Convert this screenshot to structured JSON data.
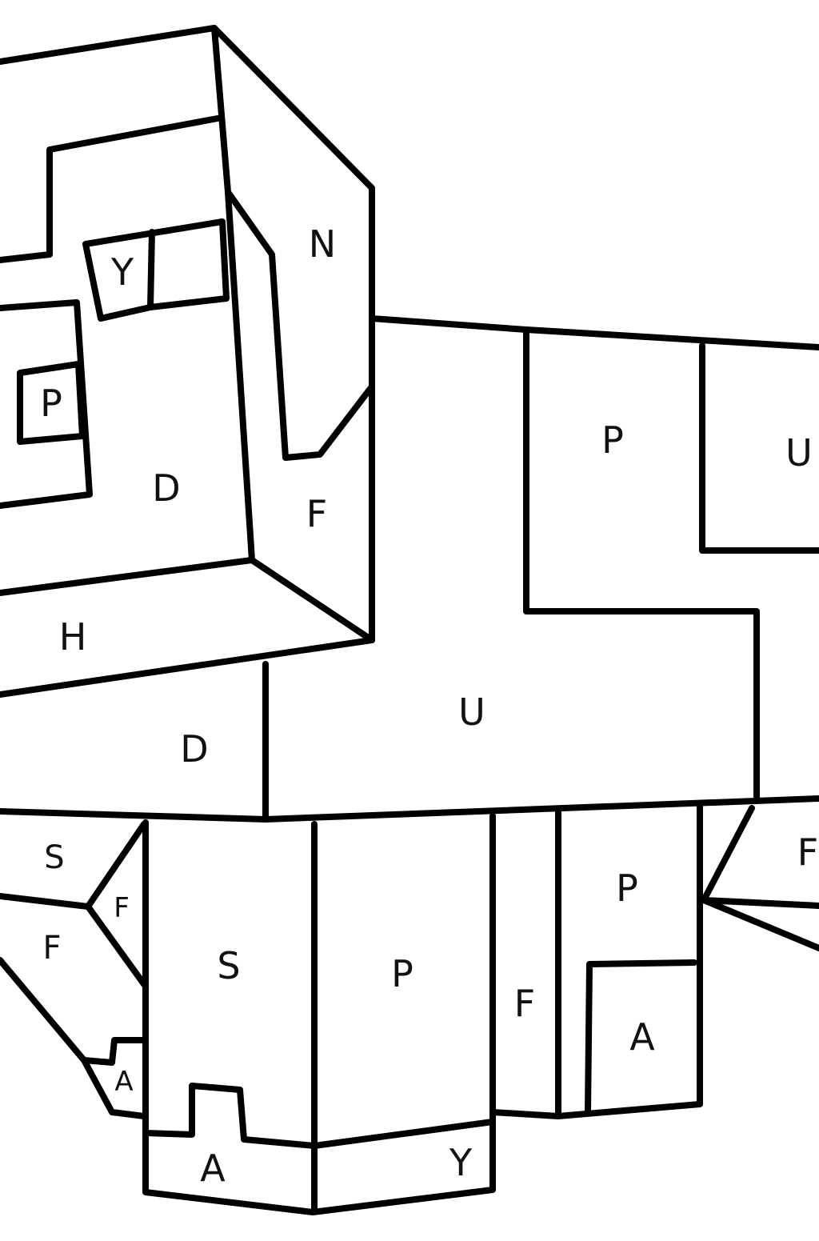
{
  "picture": {
    "line_color": "#000000",
    "background_color": "#ffffff",
    "region_labels": {
      "head_nose_top": "N",
      "head_eye_small": "Y",
      "head_eye_left": "P",
      "head_face": "D",
      "head_side_lower": "F",
      "head_bottom": "H",
      "neck": "D",
      "body_spot_left": "P",
      "body_spot_right": "U",
      "body_main": "U",
      "front_left_leg_top": "S",
      "front_left_leg_mid": "F",
      "front_left_leg_low": "F",
      "front_left_hoof": "A",
      "leg_left_front": "S",
      "leg_left_hoof": "A",
      "leg_center": "P",
      "leg_center_hoof": "Y",
      "leg_divider": "F",
      "leg_right_top": "P",
      "leg_right_hoof": "A",
      "back_leg": "F"
    }
  }
}
